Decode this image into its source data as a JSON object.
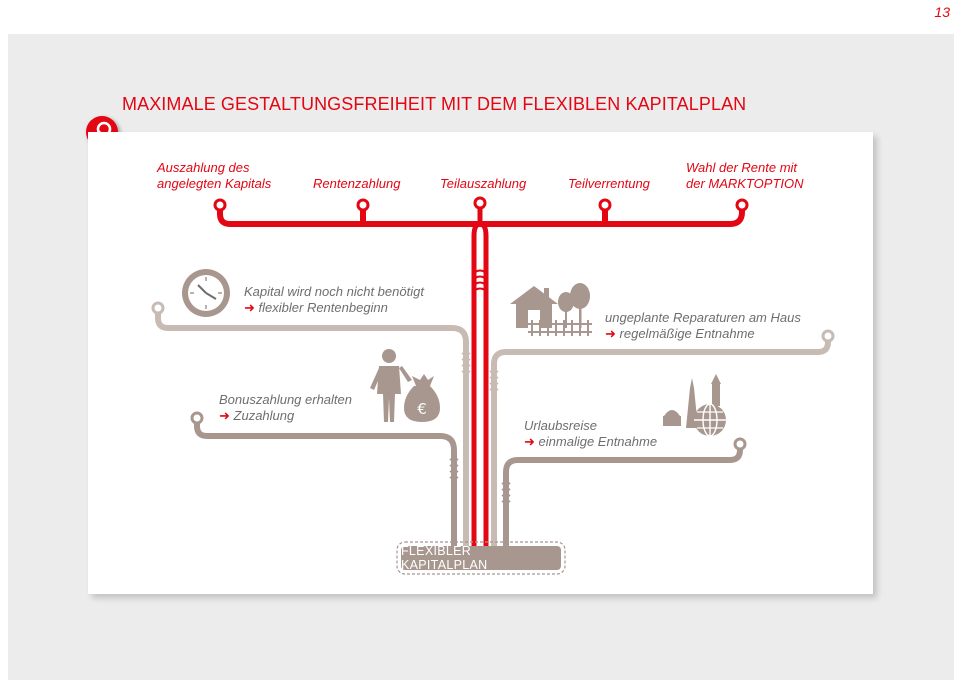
{
  "page_number": "13",
  "headline": "MAXIMALE GESTALTUNGSFREIHEIT MIT DEM FLEXIBLEN KAPITALPLAN",
  "top_options": [
    {
      "line1": "Auszahlung des",
      "line2": "angelegten Kapitals"
    },
    {
      "line1": "Rentenzahlung"
    },
    {
      "line1": "Teilauszahlung"
    },
    {
      "line1": "Teilverrentung"
    },
    {
      "line1": "Wahl der Rente mit",
      "line2": "der MARKTOPTION"
    }
  ],
  "events": {
    "capital_not_needed": {
      "line1": "Kapital wird noch nicht benötigt",
      "line2": "flexibler Rentenbeginn"
    },
    "bonus_payment": {
      "line1": "Bonuszahlung erhalten",
      "line2": "Zuzahlung"
    },
    "house_repairs": {
      "line1": "ungeplante Reparaturen am Haus",
      "line2": "regelmäßige Entnahme"
    },
    "vacation": {
      "line1": "Urlaubsreise",
      "line2": "einmalige Entnahme"
    }
  },
  "trunk_label": "FLEXIBLER KAPITALPLAN",
  "icons": [
    "search-icon",
    "clock-icon",
    "businessman-icon",
    "money-bag-icon",
    "euro-icon",
    "house-icon",
    "trees-icon",
    "fence-icon",
    "landmarks-icon",
    "globe-icon"
  ],
  "colors": {
    "accent": "#e30613",
    "taupe": "#a8978f",
    "light_taupe": "#c8bbb4",
    "text_grey": "#6e6e6e",
    "background": "#ececec"
  }
}
